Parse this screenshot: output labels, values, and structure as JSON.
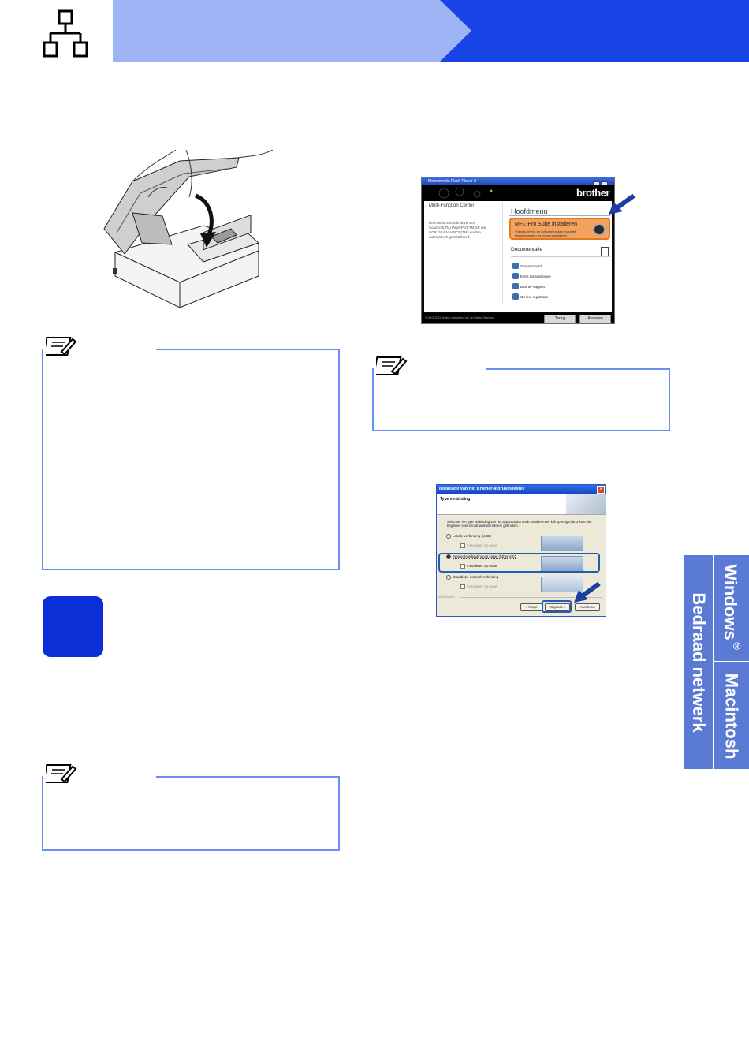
{
  "header": {
    "network_icon": "wired-network-icon"
  },
  "flash_player": {
    "window_title": "Macromedia Flash Player 8",
    "brand": "brother",
    "left_heading": "Multi-Function Center",
    "left_description": "De multifunctionele drivers en ScanSoft(TM) PaperPort(TM)SE met OCR door NUANCE(TM) worden automatisch geïnstalleerd.",
    "menu_title": "Hoofdmenu",
    "install_title": "MFL-Pro Suite installeren",
    "install_sub": "Volledig driver- en softwarepakket (inclusief stuurbestanden en vooraf installeren)",
    "doc_label": "Documentatie",
    "items": [
      "Geavanceerd",
      "Extra toepassingen",
      "Brother-support",
      "On line registratie"
    ],
    "copyright": "© 2001-2011 Brother Industries, Ltd. All Rights Reserved.",
    "back_button": "Terug",
    "exit_button": "Afsluiten"
  },
  "installer": {
    "window_title": "Installatie van het Brother-afdrukstoestel",
    "section_title": "Type verbinding",
    "instructions": "Selecteer het type verbinding van het apparaat dat u wilt installeren en klik op Volgende.U kunt niet beginnen voor een draadloos netwerk gebruiken.",
    "option_local": "Lokale verbinding (USB)",
    "check_custom_1": "Installeren op maat",
    "option_network": "Netwerkverbinding via kabel (Ethernet)",
    "check_custom_2": "Installeren op maat",
    "option_wireless": "Draadloze netwerkverbinding",
    "check_custom_3": "Installeren op maat",
    "footer_label": "InstallShield",
    "back_button": "< Vorige",
    "next_button": "Volgende >",
    "cancel_button": "Annuleren"
  },
  "side_tabs": {
    "windows": "Windows",
    "registered": "®",
    "macintosh": "Macintosh",
    "network": "Bedraad netwerk"
  },
  "colors": {
    "header_dark": "#1a45e6",
    "header_light": "#9fb4f4",
    "note_border": "#6b8ef5",
    "step_badge": "#0b2fd6",
    "tab_bg": "#5a7ad6"
  }
}
